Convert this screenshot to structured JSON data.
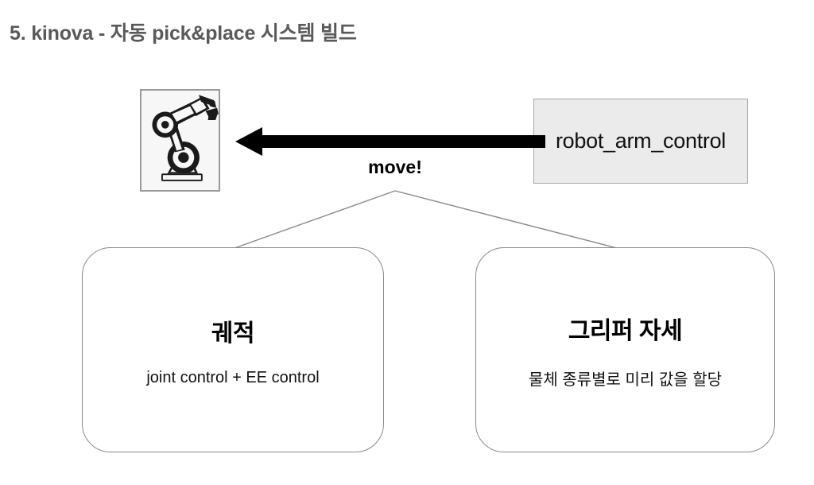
{
  "slide": {
    "title": "5. kinova - 자동 pick&place 시스템 빌드",
    "title_color": "#5a5a5a",
    "background": "#ffffff"
  },
  "diagram": {
    "robot_icon": {
      "name": "robot-arm-icon",
      "frame_fill": "#f7f7f7",
      "frame_border": "#9a9a9a"
    },
    "control_node": {
      "label": "robot_arm_control",
      "fill": "#ebebeb",
      "border": "#a8a8a8"
    },
    "arrow": {
      "label": "move!",
      "direction": "left",
      "color": "#000000"
    },
    "connector_color": "#8a8a8a",
    "leaf_nodes": [
      {
        "title": "궤적",
        "subtitle": "joint control + EE control",
        "border": "#8a8a8a",
        "fill": "#ffffff"
      },
      {
        "title": "그리퍼 자세",
        "subtitle": "물체 종류별로 미리 값을 할당",
        "border": "#8a8a8a",
        "fill": "#ffffff"
      }
    ]
  }
}
